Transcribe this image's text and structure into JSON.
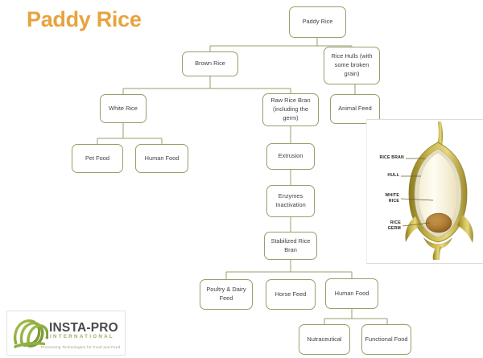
{
  "slide": {
    "title": "Paddy Rice",
    "background_color": "#ffffff",
    "title_color": "#E8A33D",
    "node_border_color": "#93a16a",
    "connector_color": "#93a16a"
  },
  "flowchart": {
    "nodes": [
      {
        "id": "paddy-rice",
        "label": "Paddy Rice"
      },
      {
        "id": "brown-rice",
        "label": "Brown Rice"
      },
      {
        "id": "rice-hulls",
        "label": "Rice Hulls (with some broken grain)"
      },
      {
        "id": "white-rice",
        "label": "White Rice"
      },
      {
        "id": "raw-rice-bran",
        "label": "Raw Rice Bran (including the germ)"
      },
      {
        "id": "animal-feed",
        "label": "Animal Feed"
      },
      {
        "id": "pet-food",
        "label": "Pet Food"
      },
      {
        "id": "human-food-white",
        "label": "Human Food"
      },
      {
        "id": "extrusion",
        "label": "Extrusion"
      },
      {
        "id": "enzymes-inactivation",
        "label": "Enzymes Inactivation"
      },
      {
        "id": "stabilized-rice-bran",
        "label": "Stabilized Rice Bran"
      },
      {
        "id": "poultry-dairy-feed",
        "label": "Poultry & Dairy Feed"
      },
      {
        "id": "horse-feed",
        "label": "Horse Feed"
      },
      {
        "id": "human-food-bran",
        "label": "Human Food"
      },
      {
        "id": "nutraceutical",
        "label": "Nutraceutical"
      },
      {
        "id": "functional-food",
        "label": "Functional Food"
      }
    ],
    "edges": [
      {
        "from": "paddy-rice",
        "to": "brown-rice"
      },
      {
        "from": "paddy-rice",
        "to": "rice-hulls"
      },
      {
        "from": "brown-rice",
        "to": "white-rice"
      },
      {
        "from": "brown-rice",
        "to": "raw-rice-bran"
      },
      {
        "from": "rice-hulls",
        "to": "animal-feed"
      },
      {
        "from": "white-rice",
        "to": "pet-food"
      },
      {
        "from": "white-rice",
        "to": "human-food-white"
      },
      {
        "from": "raw-rice-bran",
        "to": "extrusion"
      },
      {
        "from": "extrusion",
        "to": "enzymes-inactivation"
      },
      {
        "from": "enzymes-inactivation",
        "to": "stabilized-rice-bran"
      },
      {
        "from": "stabilized-rice-bran",
        "to": "poultry-dairy-feed"
      },
      {
        "from": "stabilized-rice-bran",
        "to": "horse-feed"
      },
      {
        "from": "stabilized-rice-bran",
        "to": "human-food-bran"
      },
      {
        "from": "human-food-bran",
        "to": "nutraceutical"
      },
      {
        "from": "human-food-bran",
        "to": "functional-food"
      }
    ]
  },
  "rice_figure": {
    "alt": "rice-kernel-cross-section",
    "callouts": [
      {
        "id": "rice-bran",
        "label": "RICE BRAN"
      },
      {
        "id": "hull",
        "label": "HULL"
      },
      {
        "id": "white-rice",
        "label": "WHITE\nRICE"
      },
      {
        "id": "rice-germ",
        "label": "RICE\nGERM"
      }
    ]
  },
  "logo": {
    "wordmark": "INSTA-PRO",
    "sub": "INTERNATIONAL",
    "tagline": "Processing Technologies for Food and Feed"
  }
}
